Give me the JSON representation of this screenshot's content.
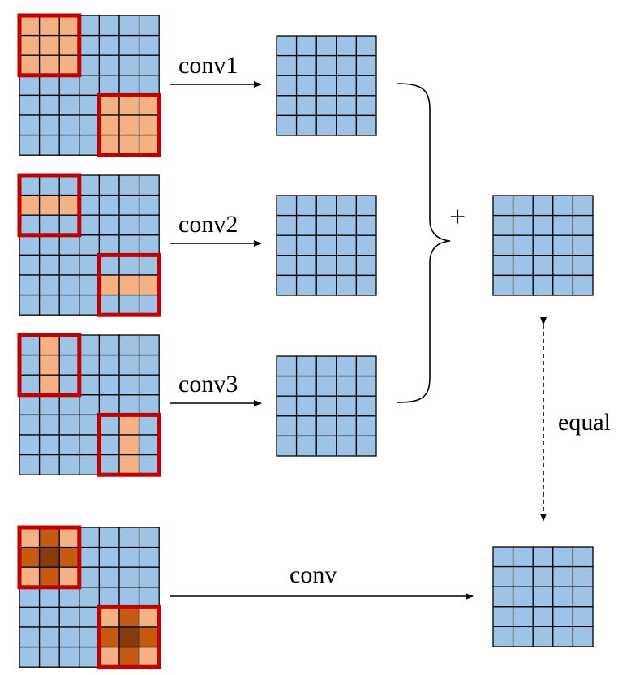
{
  "labels": {
    "conv1": "conv1",
    "conv2": "conv2",
    "conv3": "conv3",
    "conv": "conv",
    "plus": "+",
    "equal": "equal"
  },
  "colors": {
    "cell_fill": "#9dc3e6",
    "cell_stroke": "#000000",
    "kernel_light": "#f4b183",
    "kernel_mid": "#c55a11",
    "kernel_dark": "#843c0c",
    "highlight_border": "#c00000"
  },
  "grids": {
    "input_size": 7,
    "output_size": 5,
    "kernel_size": 3
  },
  "kernel_patterns": {
    "conv1": [
      [
        1,
        1,
        1
      ],
      [
        1,
        1,
        1
      ],
      [
        1,
        1,
        1
      ]
    ],
    "conv2": [
      [
        0,
        0,
        0
      ],
      [
        1,
        1,
        1
      ],
      [
        0,
        0,
        0
      ]
    ],
    "conv3": [
      [
        0,
        1,
        0
      ],
      [
        0,
        1,
        0
      ],
      [
        0,
        1,
        0
      ]
    ],
    "conv": [
      [
        1,
        2,
        1
      ],
      [
        2,
        3,
        2
      ],
      [
        1,
        2,
        1
      ]
    ]
  }
}
